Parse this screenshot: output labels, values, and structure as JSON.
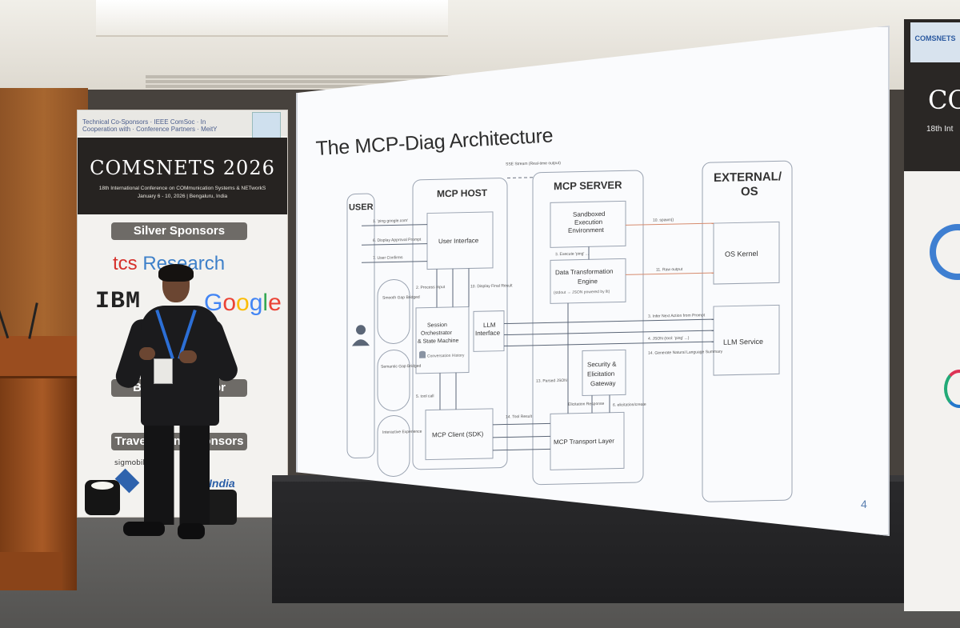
{
  "banner": {
    "logo_strip": "Technical Co-Sponsors · IEEE ComSoc · In Cooperation with · Conference Partners · MeitY",
    "title": "COMSNETS 2026",
    "subtitle": "18th International Conference on COMmunication Systems & NETworkS",
    "dates": "January 6 - 10, 2026 | Bengaluru, India",
    "silver_sponsors": "Silver Sponsors",
    "tcs_tcs": "tcs",
    "tcs_research": "Research",
    "ibm": "IBM",
    "google": [
      "G",
      "o",
      "o",
      "g",
      "l",
      "e"
    ],
    "bronze_sponsor": "Bronze Sponsor",
    "travel_sponsors": "Travel Grant Sponsors",
    "sigmobile": "sigmobile",
    "acm_india": "India"
  },
  "slide": {
    "title": "The MCP-Diag Architecture",
    "page_number": "4",
    "columns": {
      "user": "USER",
      "mcp_host": "MCP HOST",
      "mcp_server": "MCP SERVER",
      "external_os_line1": "EXTERNAL/",
      "external_os_line2": "OS"
    },
    "boxes": {
      "user_interface": "User Interface",
      "session_orch_1": "Session",
      "session_orch_2": "Orchestrator",
      "session_orch_3": "& State Machine",
      "conversation_history": "Conversation History",
      "llm_interface_1": "LLM",
      "llm_interface_2": "Interface",
      "mcp_client": "MCP Client (SDK)",
      "sandboxed_1": "Sandboxed",
      "sandboxed_2": "Execution",
      "sandboxed_3": "Environment",
      "data_transform_1": "Data Transformation",
      "data_transform_2": "Engine",
      "data_transform_sub": "(stdout → JSON powered by llt)",
      "security_1": "Security &",
      "security_2": "Elicitation",
      "security_3": "Gateway",
      "mcp_transport": "MCP Transport Layer",
      "os_kernel": "OS Kernel",
      "llm_service": "LLM Service"
    },
    "side_notes": {
      "smooth_gap_title": "Smooth Gap Bridged",
      "semantic_gap_title": "Semantic Gap Bridged",
      "interactive_title": "Interactive Experience"
    },
    "flow_labels": {
      "ping": "1. 'ping google.com'",
      "display_approval": "6. Display Approval Prompt",
      "user_confirms": "7. User Confirms",
      "process_input": "2. Process Input",
      "display_final": "10. Display Final Result",
      "sse_stream": "SSE Stream (Real-time output)",
      "spawn": "10. spawn()",
      "execute_ping": "3. Execute 'ping' ...",
      "raw_output": "11. Raw output",
      "infer_action": "3. Infer Next Action from Prompt",
      "json_ping": "4. JSON (tool: 'ping' ...)",
      "generate_summary": "14. Generate Natural Language Summary",
      "parsed_json": "13. Parsed JSON",
      "tool_call": "5. tool call",
      "tool_result": "14. Tool Result",
      "elicitation_response": "Elicitation Response",
      "elicitation_create": "6. elicitation/create"
    }
  },
  "right_banner": {
    "logo": "COMSNETS",
    "title": "CO",
    "subtitle": "18th Int"
  }
}
